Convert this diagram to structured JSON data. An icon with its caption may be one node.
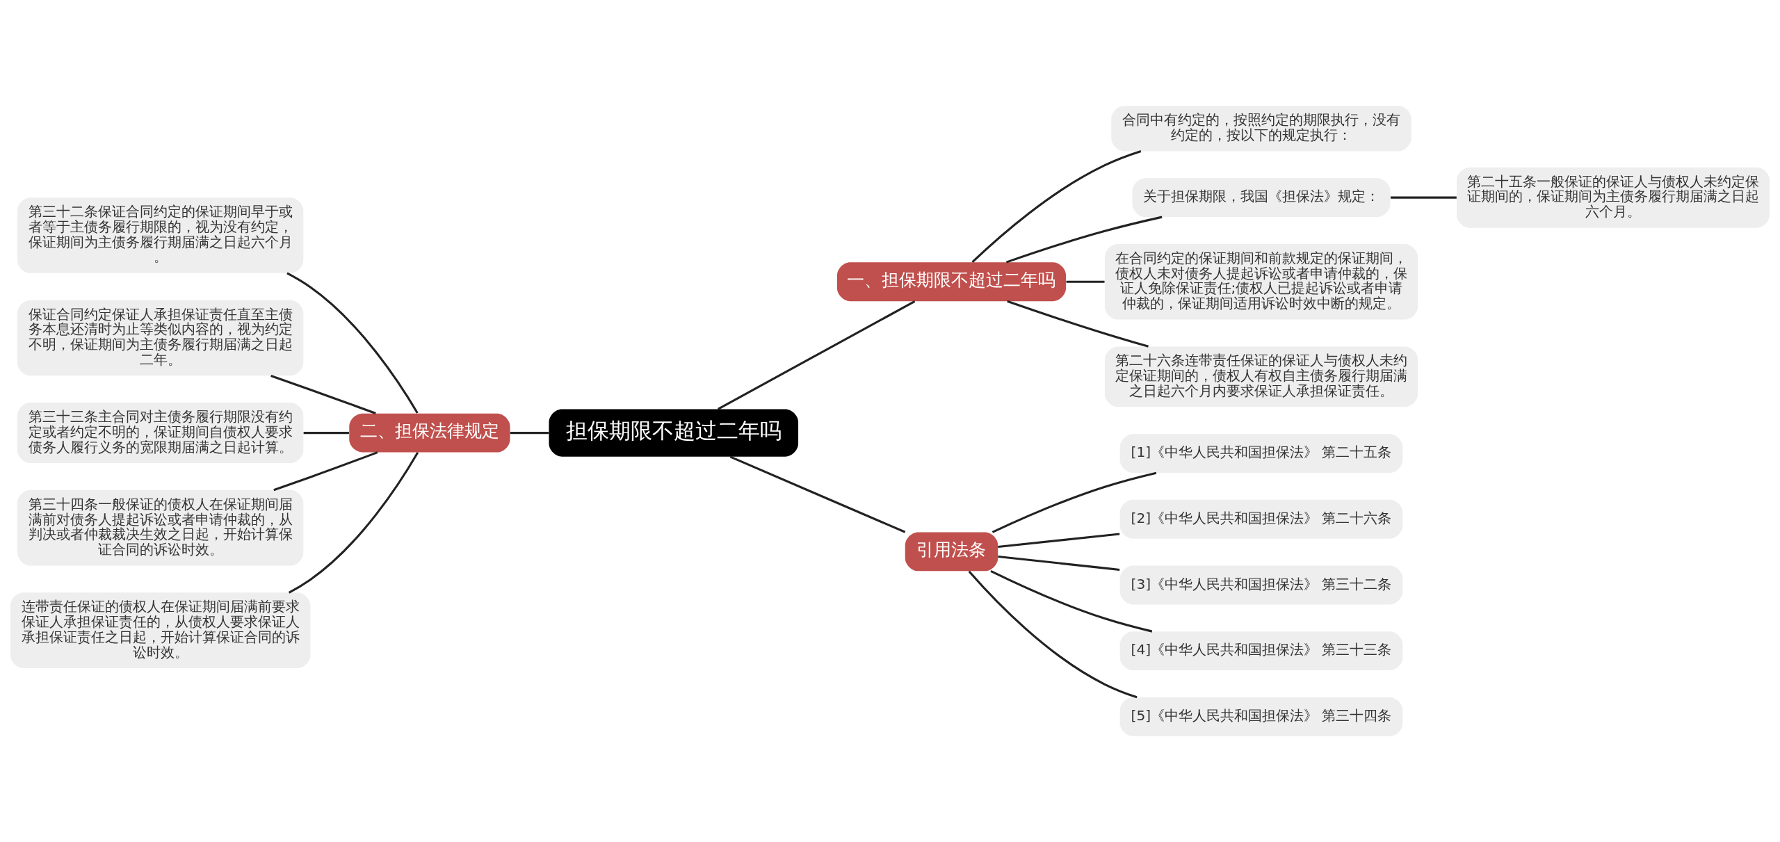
{
  "diagram": {
    "nodes": [
      {
        "text": [
          "担保期限不超过二年吗"
        ]
      },
      {
        "text": [
          "一、担保期限不超过二年吗"
        ]
      },
      {
        "text": [
          "合同中有约定的，按照约定的期限执行，没有约定的，按以下的规定执行："
        ]
      },
      {
        "text": [
          "关于担保期限，我国《担保法》规定："
        ]
      },
      {
        "text": [
          "在合同约定的保证期间和前款规定的保证期间，债权人未对债务人提起诉讼或者申请仲裁的，保证人免除保证责任;债权人已提起诉讼或者申请仲裁的，保证期间适用诉讼时效中断的规定。"
        ]
      },
      {
        "text": [
          "第二十六条连带责任保证的保证人与债权人未约定保证期间的，债权人有权自主债务履行期届满之日起六个月内要求保证人承担保证责任。"
        ]
      },
      {
        "text": [
          "第二十五条一般保证的保证人与债权人未约定保证期间的，保证期间为主债务履行期届满之日起六个月。"
        ]
      },
      {
        "text": [
          "引用法条"
        ]
      },
      {
        "text": [
          "[1]《中华人民共和国担保法》 第二十五条"
        ]
      },
      {
        "text": [
          "[2]《中华人民共和国担保法》 第二十六条"
        ]
      },
      {
        "text": [
          "[3]《中华人民共和国担保法》 第三十二条"
        ]
      },
      {
        "text": [
          "[4]《中华人民共和国担保法》 第三十三条"
        ]
      },
      {
        "text": [
          "[5]《中华人民共和国担保法》 第三十四条"
        ]
      },
      {
        "text": [
          "二、担保法律规定"
        ]
      },
      {
        "text": [
          "第三十二条保证合同约定的保证期间早于或者等于主债务履行期限的，视为没有约定，保证期间为主债务履行期届满之日起六个月。"
        ]
      },
      {
        "text": [
          "保证合同约定保证人承担保证责任直至主债务本息还清时为止等类似内容的，视为约定不明，保证期间为主债务履行期届满之日起二年。"
        ]
      },
      {
        "text": [
          "第三十三条主合同对主债务履行期限没有约定或者约定不明的，保证期间自债权人要求债务人履行义务的宽限期届满之日起计算。"
        ]
      },
      {
        "text": [
          "第三十四条一般保证的债权人在保证期间届满前对债务人提起诉讼或者申请仲裁的，从判决或者仲裁裁决生效之日起，开始计算保证合同的诉讼时效。"
        ]
      },
      {
        "text": [
          "连带责任保证的债权人在保证期间届满前要求保证人承担保证责任的，从债权人要求保证人承担保证责任之日起，开始计算保证合同的诉讼时效。"
        ]
      }
    ],
    "edges": [
      {
        "from": 0,
        "to": 1,
        "arrow": "none"
      },
      {
        "from": 1,
        "to": 2,
        "arrow": "none"
      },
      {
        "from": 1,
        "to": 3,
        "arrow": "none"
      },
      {
        "from": 1,
        "to": 4,
        "arrow": "none"
      },
      {
        "from": 1,
        "to": 5,
        "arrow": "none"
      },
      {
        "from": 3,
        "to": 6,
        "arrow": "none"
      },
      {
        "from": 0,
        "to": 7,
        "arrow": "none"
      },
      {
        "from": 7,
        "to": 8,
        "arrow": "none"
      },
      {
        "from": 7,
        "to": 9,
        "arrow": "none"
      },
      {
        "from": 7,
        "to": 10,
        "arrow": "none"
      },
      {
        "from": 7,
        "to": 11,
        "arrow": "none"
      },
      {
        "from": 7,
        "to": 12,
        "arrow": "none"
      },
      {
        "from": 0,
        "to": 13,
        "arrow": "none"
      },
      {
        "from": 13,
        "to": 14,
        "arrow": "none"
      },
      {
        "from": 13,
        "to": 15,
        "arrow": "none"
      },
      {
        "from": 13,
        "to": 16,
        "arrow": "none"
      },
      {
        "from": 13,
        "to": 17,
        "arrow": "none"
      },
      {
        "from": 13,
        "to": 18,
        "arrow": "none"
      }
    ]
  }
}
